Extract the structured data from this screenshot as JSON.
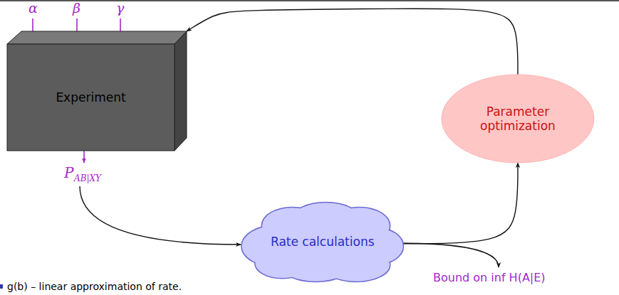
{
  "diagram": {
    "nodes": [
      {
        "text": [
          "Experiment"
        ]
      },
      {
        "text": [
          "Rate calculations"
        ]
      },
      {
        "text": [
          "Parameter optimization"
        ]
      }
    ],
    "edges": [
      {
        "from": 1,
        "to": 2,
        "arrow": "to"
      },
      {
        "from": 2,
        "to": 0,
        "arrow": "to"
      }
    ],
    "labels": [
      "α",
      "β",
      "γ",
      "P",
      "AB|XY",
      "Bound on inf H(A|E)",
      "g(b) – linear approximation of rate."
    ]
  }
}
